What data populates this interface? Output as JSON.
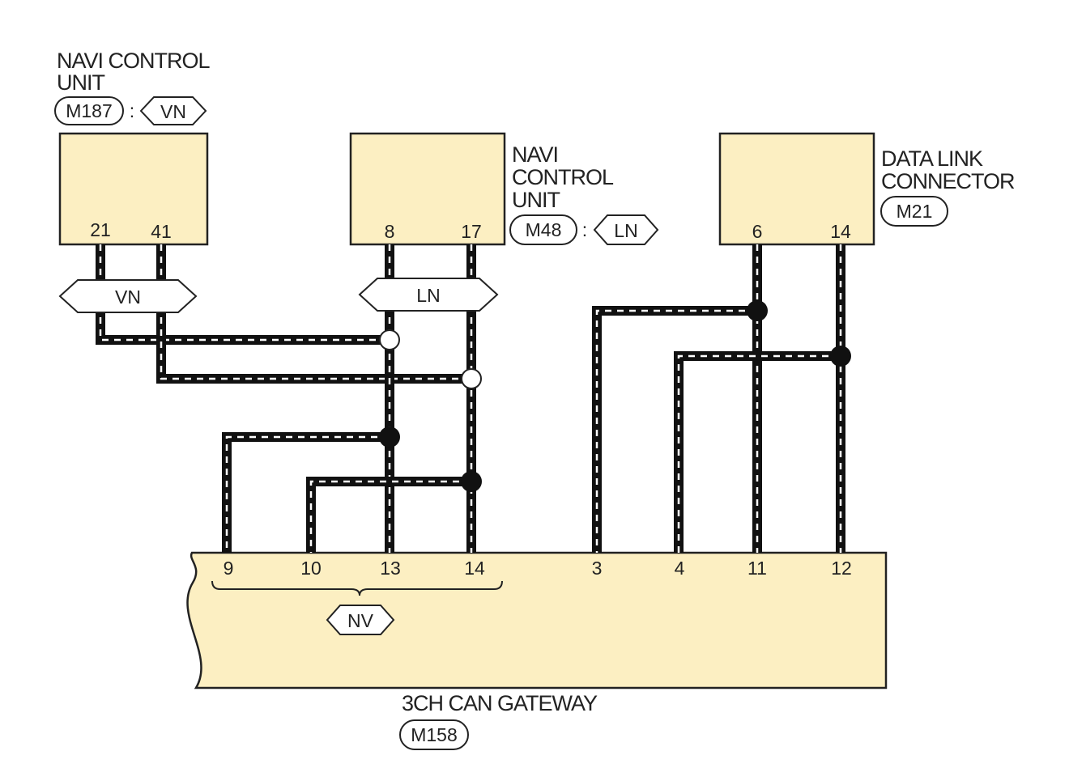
{
  "components": {
    "navi_m187": {
      "name_line1": "NAVI CONTROL",
      "name_line2": "UNIT",
      "connector": "M187",
      "tag": "VN",
      "pins": [
        "21",
        "41"
      ]
    },
    "navi_m48": {
      "name_line1": "NAVI",
      "name_line2": "CONTROL",
      "name_line3": "UNIT",
      "connector": "M48",
      "tag": "LN",
      "pins": [
        "8",
        "17"
      ]
    },
    "dlc_m21": {
      "name_line1": "DATA LINK",
      "name_line2": "CONNECTOR",
      "connector": "M21",
      "pins": [
        "6",
        "14"
      ]
    },
    "gateway_m158": {
      "name": "3CH CAN GATEWAY",
      "connector": "M158",
      "pins": [
        "9",
        "10",
        "13",
        "14",
        "3",
        "4",
        "11",
        "12"
      ],
      "group_tag": "NV"
    }
  },
  "harness_tags": {
    "vn": "VN",
    "ln": "LN"
  },
  "separator": ":"
}
